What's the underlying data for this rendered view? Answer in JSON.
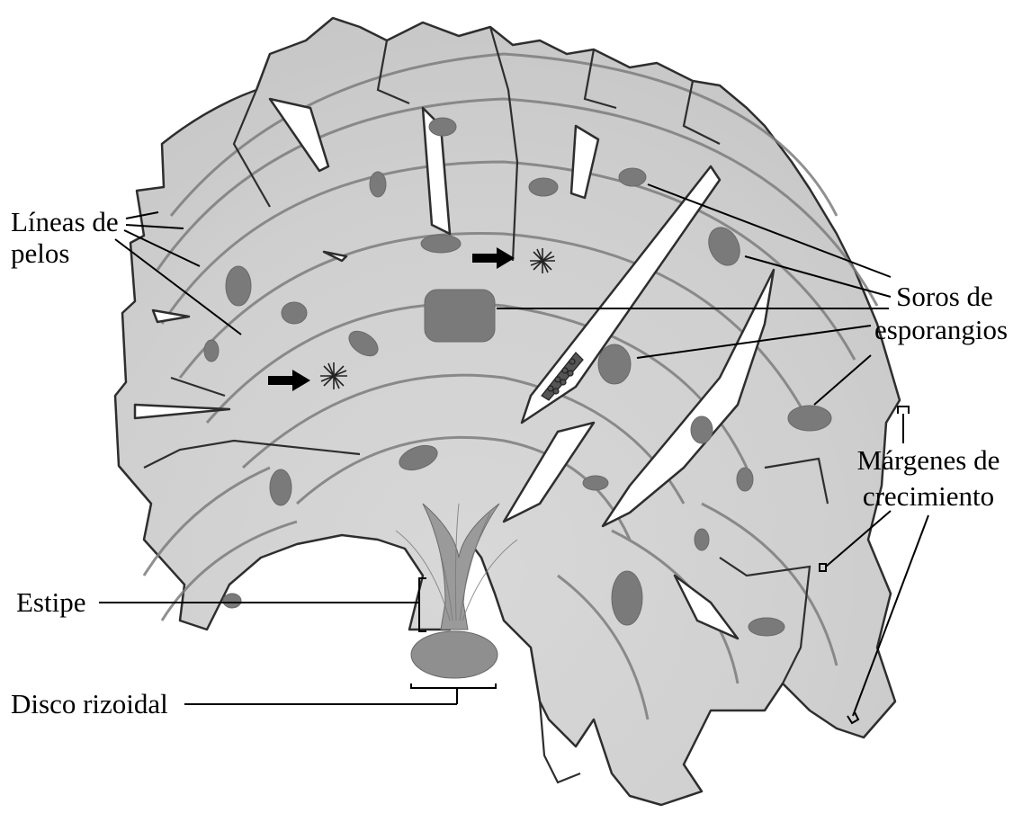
{
  "labels": {
    "lineas_1": "Líneas de",
    "lineas_2": "pelos",
    "soros_1": "Soros de",
    "soros_2": "esporangios",
    "margenes_1": "Márgenes de",
    "margenes_2": "crecimiento",
    "estipe": "Estipe",
    "disco": "Disco rizoidal"
  },
  "colors": {
    "thallus_fill": "#c9c9c9",
    "thallus_light": "#e0e0e0",
    "outline": "#2e2e2e",
    "concentric_line": "#7d7d7d",
    "sori": "#7a7a7a",
    "stipe": "#8f8f8f",
    "leader_line": "#000000"
  }
}
